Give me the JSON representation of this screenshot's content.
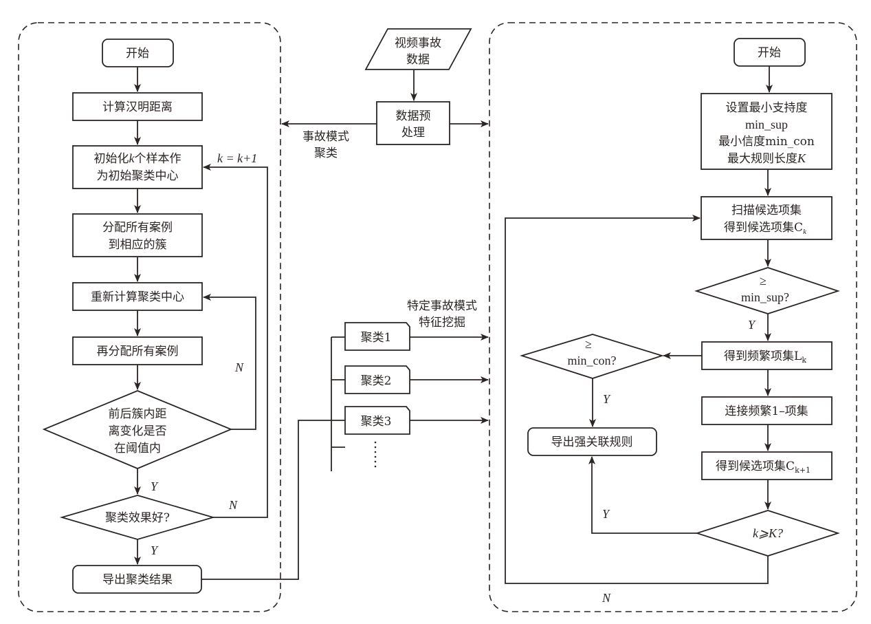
{
  "diagram": {
    "input": {
      "line1": "视频事故",
      "line2": "数据"
    },
    "preprocess": {
      "line1": "数据预",
      "line2": "处理"
    },
    "left_label": {
      "line1": "事故模式",
      "line2": "聚类"
    },
    "right_label": {
      "line1": "特定事故模式",
      "line2": "特征挖掘"
    },
    "clusters": [
      "聚类1",
      "聚类2",
      "聚类3"
    ],
    "cluster_more": "⋮",
    "left_panel": {
      "start": "开始",
      "step_hamming": "计算汉明距离",
      "step_init_l1": "初始化",
      "step_init_k": "k",
      "step_init_l1b": "个样本作",
      "step_init_l2": "为初始聚类中心",
      "step_assign_l1": "分配所有案例",
      "step_assign_l2": "到相应的簇",
      "step_recompute": "重新计算聚类中心",
      "step_reassign": "再分配所有案例",
      "decision_threshold": [
        "前后簇内距",
        "离变化是否",
        "在阈值内"
      ],
      "decision_quality": "聚类效果好?",
      "end": "导出聚类结果",
      "label_k_update": "k = k+1",
      "label_n1": "N",
      "label_n2": "N",
      "label_y1": "Y",
      "label_y2": "Y"
    },
    "right_panel": {
      "start": "开始",
      "setup": [
        "设置最小支持度",
        "min_sup",
        "最小信度min_con",
        "最大规则长度"
      ],
      "setup_K": "K",
      "scan_l1": "扫描候选项集",
      "scan_l2": "得到候选项集C",
      "scan_sub": "k",
      "decision_sup_sym": "≥",
      "decision_sup": "min_sup?",
      "frequent": "得到频繁项集L",
      "frequent_sub": "k",
      "join": "连接频繁1–项集",
      "candidate_next": "得到候选项集C",
      "candidate_next_sub": "k+1",
      "decision_K": "k⩾K?",
      "decision_con_sym": "≥",
      "decision_con": "min_con?",
      "end": "导出强关联规则",
      "label_y_sup": "Y",
      "label_y_con": "Y",
      "label_y_K": "Y",
      "label_n_K": "N"
    }
  }
}
